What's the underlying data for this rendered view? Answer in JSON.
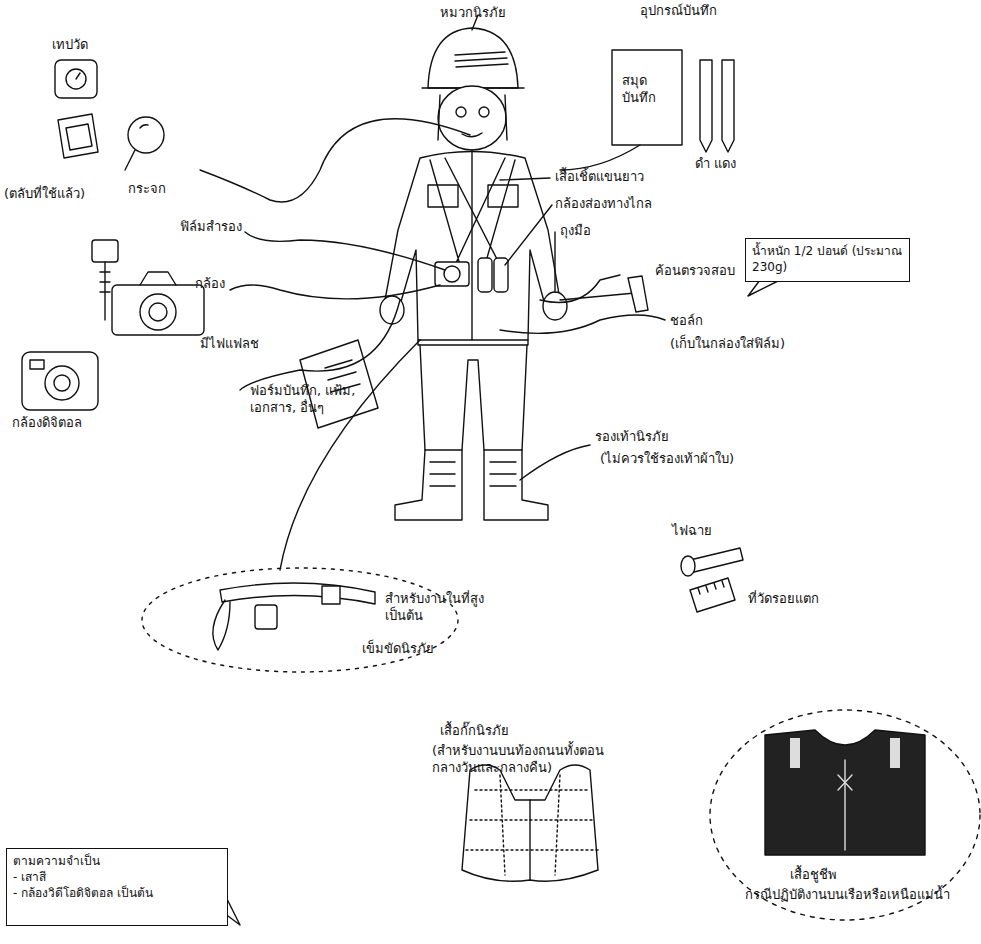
{
  "diagram": {
    "nodes": [
      {
        "text": [
          "น้ำหนัก 1/2 ปอนด์ (ประมาณ 230g)"
        ]
      },
      {
        "text": [
          "ตามความจำเป็น",
          "- เสาสี",
          "- กล้องวิดีโอดิจิตอล เป็นต้น"
        ]
      }
    ],
    "labels": [
      "หมวกนิรภัย",
      "อุปกรณ์บันทึก",
      "เทปวัด",
      "สมุด บันทึก",
      "ดำ แดง",
      "(ตลับที่ใช้แล้ว)",
      "กระจก",
      "เสื้อเชิ้ตแขนยาว",
      "กล้องส่องทางไกล",
      "ถุงมือ",
      "ฟิล์มสำรอง",
      "กล้อง",
      "ค้อนตรวจสอบ",
      "ชอล์ก",
      "(เก็บในกล่องใส่ฟิล์ม)",
      "มีไฟแฟลช",
      "กล้องดิจิตอล",
      "ฟอร์มบันทึก, แฟ้ม, เอกสาร, อื่นๆ",
      "รองเท้านิรภัย",
      "(ไม่ควรใช้รองเท้าผ้าใบ)",
      "ไฟฉาย",
      "ที่วัดรอยแตก",
      "สำหรับงานในที่สูง เป็นต้น",
      "เข็มขัดนิรภัย",
      "เสื้อกั๊กนิรภัย",
      "(สำหรับงานบนท้องถนนทั้งตอนกลางวันและกลางคืน)",
      "เสื้อชูชีพ",
      "กรณีปฏิบัติงานบนเรือหรือเหนือแม่น้ำ"
    ]
  }
}
